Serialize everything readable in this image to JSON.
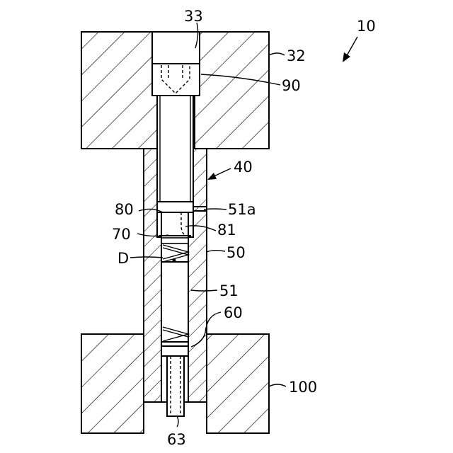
{
  "figure": {
    "ref_main": "10",
    "labels": {
      "l33": "33",
      "l32": "32",
      "l90": "90",
      "l40": "40",
      "l80": "80",
      "l51a": "51a",
      "l70": "70",
      "l81": "81",
      "lD": "D",
      "l50": "50",
      "l51": "51",
      "l60": "60",
      "l100": "100",
      "l63": "63"
    }
  }
}
